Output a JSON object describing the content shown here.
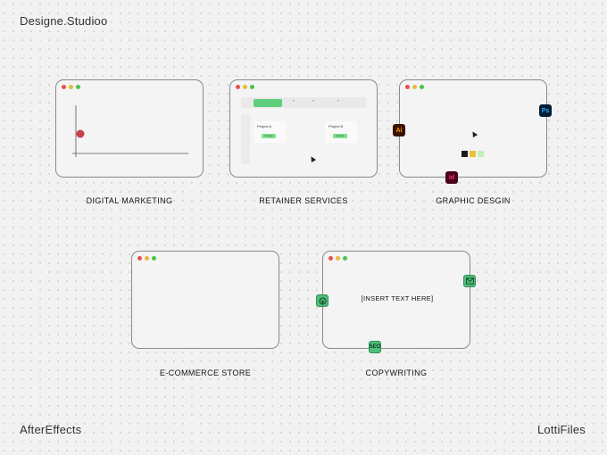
{
  "header": {
    "brand": "Designe.Studioo"
  },
  "footer": {
    "left": "AfterEffects",
    "right": "LottiFiles"
  },
  "colors": {
    "dot_red": "#e5534b",
    "dot_yellow": "#e8b93c",
    "dot_green": "#4cc24a",
    "accent_green": "#5fcf7e"
  },
  "cards": {
    "digital_marketing": {
      "caption": "DIGITAL MARKETING"
    },
    "retainer_services": {
      "caption": "RETAINER SERVICES",
      "project_a": "Project A",
      "project_b": "Project B",
      "button": "Create"
    },
    "graphic_design": {
      "caption": "GRAPHIC DESGIN",
      "badges": {
        "ai": "Ai",
        "ps": "Ps",
        "id": "Id"
      }
    },
    "ecommerce": {
      "caption": "E-COMMERCE STORE"
    },
    "copywriting": {
      "caption": "COPYWRITING",
      "placeholder": "[INSERT TEXT HERE]",
      "seo": "SEO"
    }
  }
}
